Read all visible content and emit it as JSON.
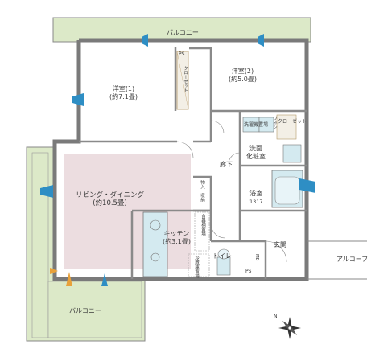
{
  "rooms": {
    "balcony_top": "バルコニー",
    "balcony_bottom": "バルコニー",
    "western_room_1": {
      "name": "洋室(1)",
      "size": "(約7.1畳)"
    },
    "western_room_2": {
      "name": "洋室(2)",
      "size": "(約5.0畳)"
    },
    "living_dining": {
      "name": "リビング・ダイニング",
      "size": "(約10.5畳)"
    },
    "kitchen": {
      "name": "キッチン",
      "size": "(約3.1畳)"
    },
    "corridor": "廊下",
    "washroom": {
      "line1": "洗面",
      "line2": "化粧室"
    },
    "bathroom": {
      "name": "浴室",
      "size": "1317"
    },
    "toilet": "トイレ",
    "entrance": "玄関",
    "alcove": "アルコーブ",
    "closet": "クローゼット",
    "closet_small": "クローゼット",
    "linen": "リネン",
    "washer": "洗濯機置場",
    "storage": "物入",
    "shoe_box": "収納",
    "pantry": "食器棚置場",
    "fridge": "冷蔵庫置場",
    "ps_top": "PS",
    "ps_bottom": "PS",
    "meter_box": "MB"
  },
  "colors": {
    "balcony": "#dce9c8",
    "living": "#ecdde0",
    "wet_area": "#d4eaf0",
    "wall": "#7a7a7a",
    "vent_blue": "#2e8ec4",
    "vent_orange": "#e8a13a"
  },
  "compass": "N"
}
